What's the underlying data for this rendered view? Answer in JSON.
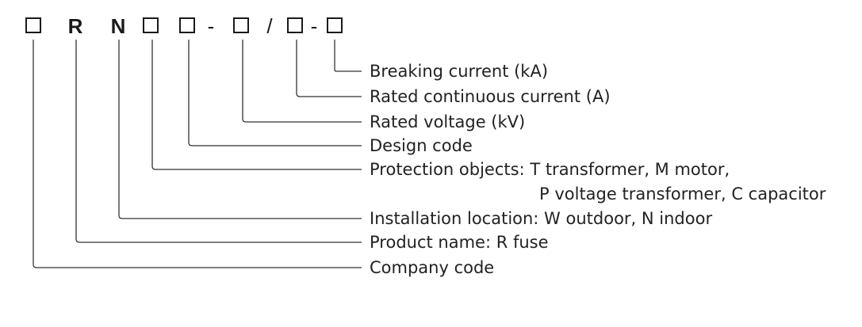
{
  "code_parts": [
    {
      "kind": "box",
      "name": "company-code-box"
    },
    {
      "kind": "text",
      "name": "letter-r",
      "text": "R"
    },
    {
      "kind": "text",
      "name": "letter-n",
      "text": "N"
    },
    {
      "kind": "box",
      "name": "protection-object-box"
    },
    {
      "kind": "box",
      "name": "design-code-box"
    },
    {
      "kind": "text",
      "name": "dash-1",
      "text": "-"
    },
    {
      "kind": "box",
      "name": "rated-voltage-box"
    },
    {
      "kind": "text",
      "name": "slash",
      "text": "/"
    },
    {
      "kind": "box",
      "name": "rated-current-box"
    },
    {
      "kind": "text",
      "name": "dash-2",
      "text": "-"
    },
    {
      "kind": "box",
      "name": "breaking-current-box"
    }
  ],
  "labels": {
    "breaking_current": "Breaking current (kA)",
    "rated_continuous_current": "Rated continuous current (A)",
    "rated_voltage": "Rated voltage (kV)",
    "design_code": "Design code",
    "protection_objects_line1": "Protection objects: T transformer, M motor,",
    "protection_objects_line2": "P voltage transformer, C capacitor",
    "installation_location": "Installation location: W outdoor, N indoor",
    "product_name": "Product name: R fuse",
    "company_code": "Company code"
  }
}
